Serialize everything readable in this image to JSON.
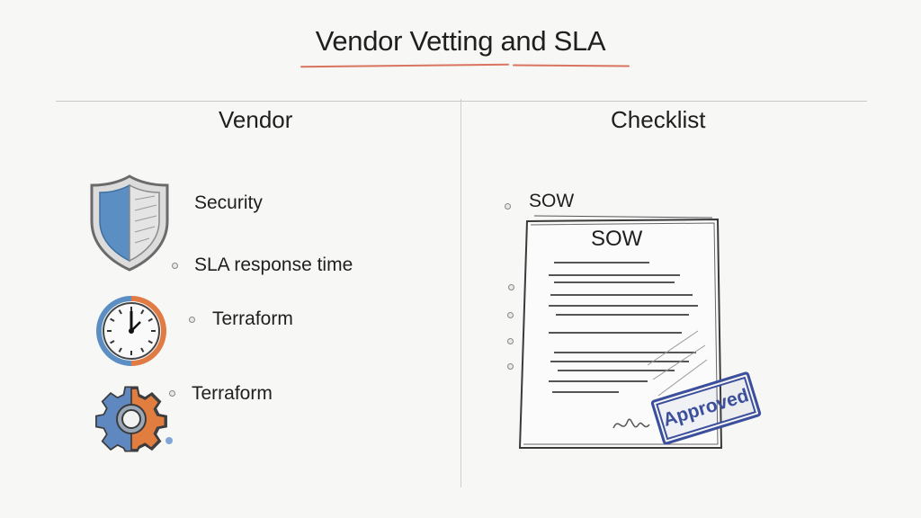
{
  "title": "Vendor Vetting and SLA",
  "left_column": {
    "heading": "Vendor",
    "items": [
      {
        "label": "Security",
        "icon": "shield-icon"
      },
      {
        "label": "SLA response time",
        "icon": "bullet"
      },
      {
        "label": "Terraform",
        "icon": "clock-icon"
      },
      {
        "label": "Terraform",
        "icon": "gear-icon"
      }
    ]
  },
  "right_column": {
    "heading": "Checklist",
    "item_label": "SOW",
    "document": {
      "title": "SOW",
      "stamp_text": "Approved"
    }
  },
  "colors": {
    "accent_underline": "#d9745f",
    "shield_blue": "#5b8fc4",
    "clock_orange": "#e07b45",
    "gear_blue": "#5e88bf",
    "gear_orange": "#e07d3f",
    "stamp_blue": "#3c4f9c"
  }
}
